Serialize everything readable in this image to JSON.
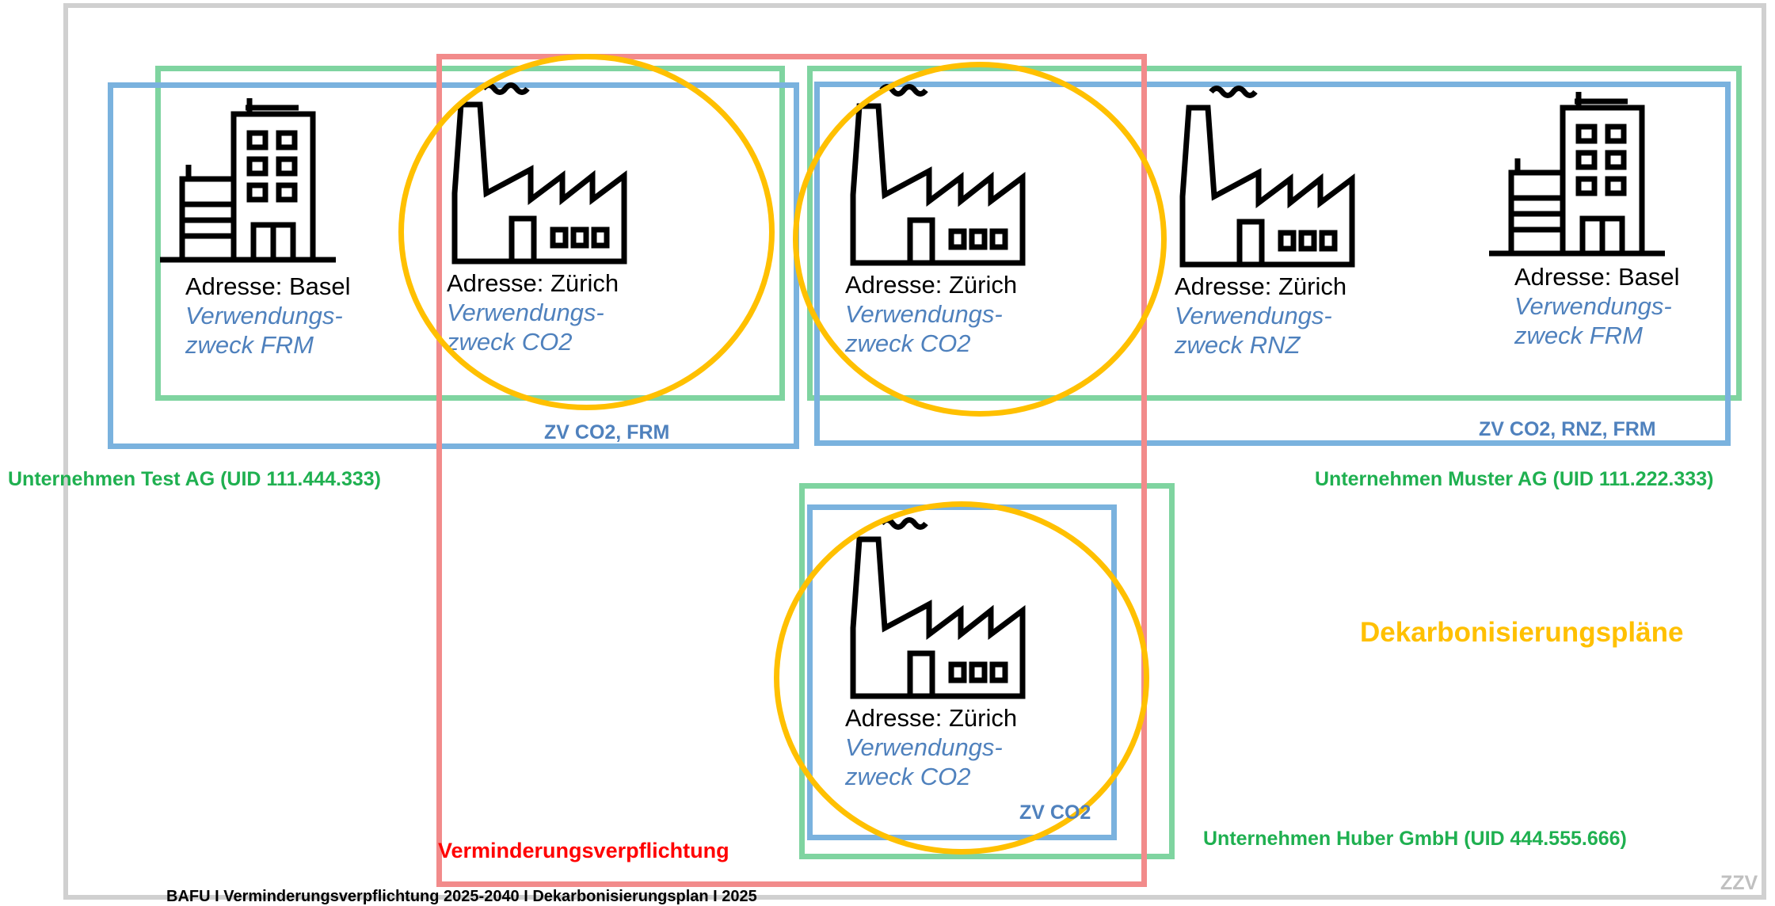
{
  "sites": [
    {
      "kind": "building",
      "icon": "office-building-icon",
      "address": "Adresse: Basel",
      "purpose_line1": "Verwendungs-",
      "purpose_line2": "zweck FRM"
    },
    {
      "kind": "factory",
      "icon": "factory-icon",
      "address": "Adresse: Zürich",
      "purpose_line1": "Verwendungs-",
      "purpose_line2": "zweck CO2"
    },
    {
      "kind": "factory",
      "icon": "factory-icon",
      "address": "Adresse: Zürich",
      "purpose_line1": "Verwendungs-",
      "purpose_line2": "zweck CO2"
    },
    {
      "kind": "factory",
      "icon": "factory-icon",
      "address": "Adresse: Zürich",
      "purpose_line1": "Verwendungs-",
      "purpose_line2": "zweck RNZ"
    },
    {
      "kind": "building",
      "icon": "office-building-icon",
      "address": "Adresse: Basel",
      "purpose_line1": "Verwendungs-",
      "purpose_line2": "zweck FRM"
    },
    {
      "kind": "factory",
      "icon": "factory-icon",
      "address": "Adresse: Zürich",
      "purpose_line1": "Verwendungs-",
      "purpose_line2": "zweck CO2"
    }
  ],
  "zv_labels": {
    "test": "ZV CO2, FRM",
    "muster": "ZV CO2, RNZ, FRM",
    "huber": "ZV CO2"
  },
  "companies": {
    "test": "Unternehmen Test AG (UID 111.444.333)",
    "muster": "Unternehmen Muster AG (UID 111.222.333)",
    "huber": "Unternehmen Huber GmbH  (UID 444.555.666)"
  },
  "obligation_label": "Verminderungsverpflichtung",
  "decarbonization_label": "Dekarbonisierungspläne",
  "footer": "BAFU I Verminderungsverpflichtung 2025-2040 I Dekarbonisierungsplan I 2025",
  "corner_mark": "ZZV",
  "colors": {
    "company_boundary": "#7fd4a0",
    "zv_boundary": "#7ab2de",
    "obligation_boundary": "#f28b8b",
    "decarbonization_plan": "#ffc000",
    "purpose_text": "#4f81bd"
  }
}
